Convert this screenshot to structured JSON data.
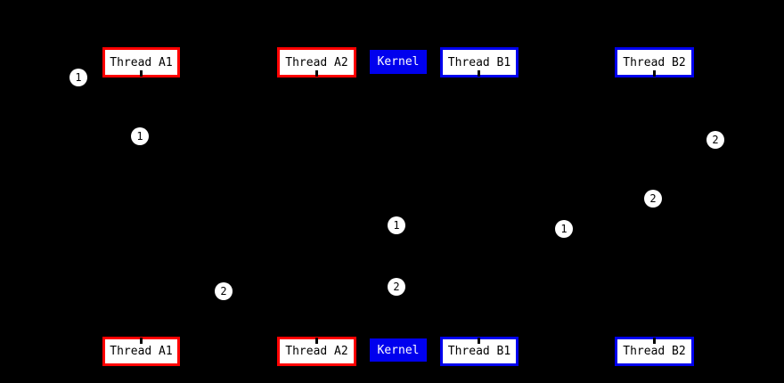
{
  "colors": {
    "background": "#000000",
    "thread_a_accent": "#ff0000",
    "thread_b_accent": "#0000ee",
    "kernel_fill": "#0000ee",
    "kernel_text": "#ffffff",
    "box_fill": "#ffffff",
    "box_text": "#000000",
    "marker_fill": "#ffffff",
    "marker_text": "#000000"
  },
  "actors": {
    "top": [
      {
        "label": "Thread A1"
      },
      {
        "label": "Thread A2"
      },
      {
        "label": "Kernel"
      },
      {
        "label": "Thread B1"
      },
      {
        "label": "Thread B2"
      }
    ],
    "bottom": [
      {
        "label": "Thread A1"
      },
      {
        "label": "Thread A2"
      },
      {
        "label": "Kernel"
      },
      {
        "label": "Thread B1"
      },
      {
        "label": "Thread B2"
      }
    ]
  },
  "markers": [
    {
      "value": "1"
    },
    {
      "value": "1"
    },
    {
      "value": "2"
    },
    {
      "value": "2"
    },
    {
      "value": "1"
    },
    {
      "value": "1"
    },
    {
      "value": "2"
    },
    {
      "value": "2"
    }
  ]
}
